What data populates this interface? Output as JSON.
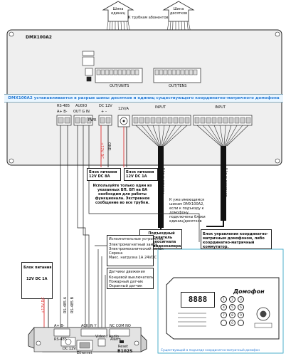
{
  "top": {
    "bus_units": "Шина\nединиц",
    "bus_tens": "Шина\nдесятков",
    "to_subscriber_tubes": "К трубкам абонентов"
  },
  "dmx": {
    "title": "DMX100A2",
    "units_port": "OUT/UNITS",
    "tens_port": "OUT/TENS",
    "banner": "DMX100A2 устанавливается в разрыв шины десятков и единиц существующего координатно-матричного домофона",
    "rs485": "RS-485",
    "rs485_pins": "A+  B-",
    "audio": "AUDIO",
    "audio_pins": "OUT  G  IN",
    "dc12": "DC 12V",
    "dc12_pins": "+  –",
    "input_left": "INPUT",
    "input_right": "INPUT",
    "v12": "12V/A",
    "pwr": "PWR"
  },
  "psu_left": {
    "title": "Блок питания",
    "rating": "12V DC 1A"
  },
  "psu_mid1": "Блок питания\n12V DC 8A",
  "psu_mid2": "Блок питания\n12V DC 1A",
  "psu_note": "Используйте только один из указанных БП. БП на 8А необходим для работы функционала. Экстренное сообщение во все трубки.",
  "wires": {
    "units_wire": "Шина единиц",
    "tens_wire": "Шина десятков",
    "plus12": "+12V DC",
    "gnd": "GND",
    "rs485_a": "RS-485 A",
    "rs485_b": "RS-485 B"
  },
  "matrix_note": "К уже имеющимся шинам DMX100A2, если к подъезду к домофону подключены блоки единиц/десятков",
  "amp_note": "Подъездный усилитель видеосигнала либо видеокамера",
  "controller_note": "Блок управления координатно-матричным домофоном, либо координатно-матричный коммутатор.",
  "actuators": {
    "title": "Исполнительные устройства:",
    "items": "Электромагнитный замок\nЭлектромеханический замок\nСирена\nМакс. нагрузка 1А 24VDC"
  },
  "sensors": {
    "title": "Датчики движения",
    "items": "Концевой выключатель\nПожарный датчик\nОхранный датчик"
  },
  "b102s": {
    "label": "B102S",
    "rs485": "RS-485",
    "dc12v": "DC 12V",
    "ethernet": "Ethernet",
    "video_audio": "Video / Audio",
    "reset": "Reset",
    "alarm": "Alarm",
    "pins_left": "A+ B-",
    "pins_mid": "ACK  IN  Y",
    "pins_right": "NC  COM  NO"
  },
  "intercom": {
    "display": "8888",
    "brand": "Домофон",
    "caption": "Существующий в подъезде координатно-матричный домофон",
    "keys": [
      "1",
      "2",
      "3",
      "4",
      "5",
      "6",
      "7",
      "8",
      "9",
      "",
      "0",
      ""
    ]
  }
}
